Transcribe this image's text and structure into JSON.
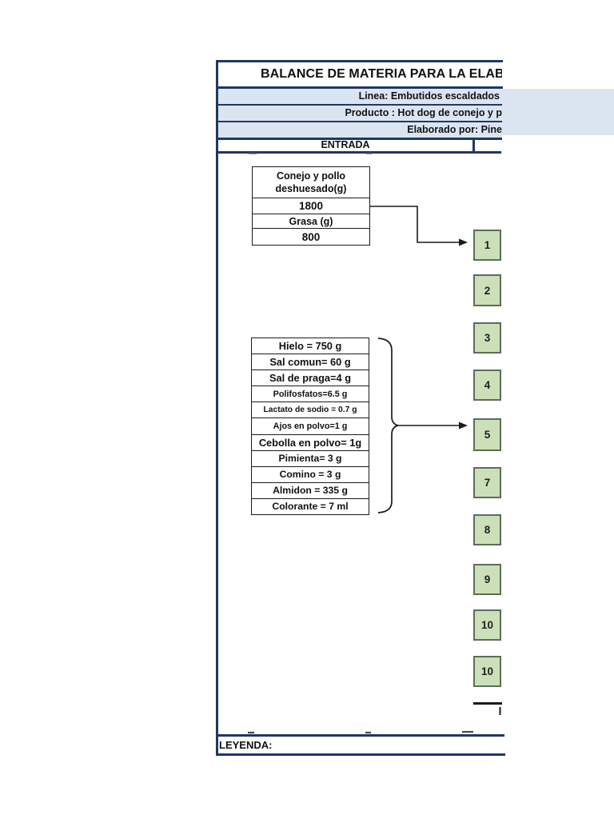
{
  "page": {
    "title": "BALANCE DE MATERIA PARA LA ELABORA",
    "info_rows": [
      "Linea: Embutidos escaldados",
      "Producto : Hot dog de conejo y p",
      "Elaborado por: Pine"
    ],
    "entrada_header": "ENTRADA",
    "legend_label": "LEYENDA:"
  },
  "entry_box": {
    "material_label": "Conejo  y pollo\ndeshuesado(g)",
    "material_value": "1800",
    "fat_label": "Grasa (g)",
    "fat_value": "800"
  },
  "ingredients": [
    "Hielo = 750 g",
    "Sal comun= 60 g",
    "Sal de praga=4 g",
    "Polifosfatos=6.5 g",
    "Lactato de sodio = 0.7 g",
    "Ajos en polvo=1 g",
    "Cebolla en polvo= 1g",
    "Pimienta= 3 g",
    "Comino = 3 g",
    "Almidon = 335 g",
    "Colorante = 7 ml"
  ],
  "process_steps": [
    "1",
    "2",
    "3",
    "4",
    "5",
    "7",
    "8",
    "9",
    "10",
    "10"
  ],
  "colors": {
    "navy_border": "#1f3864",
    "light_blue_fill": "#dbe5f1",
    "step_fill": "#cbe0b8",
    "step_border": "#5d6d57"
  }
}
